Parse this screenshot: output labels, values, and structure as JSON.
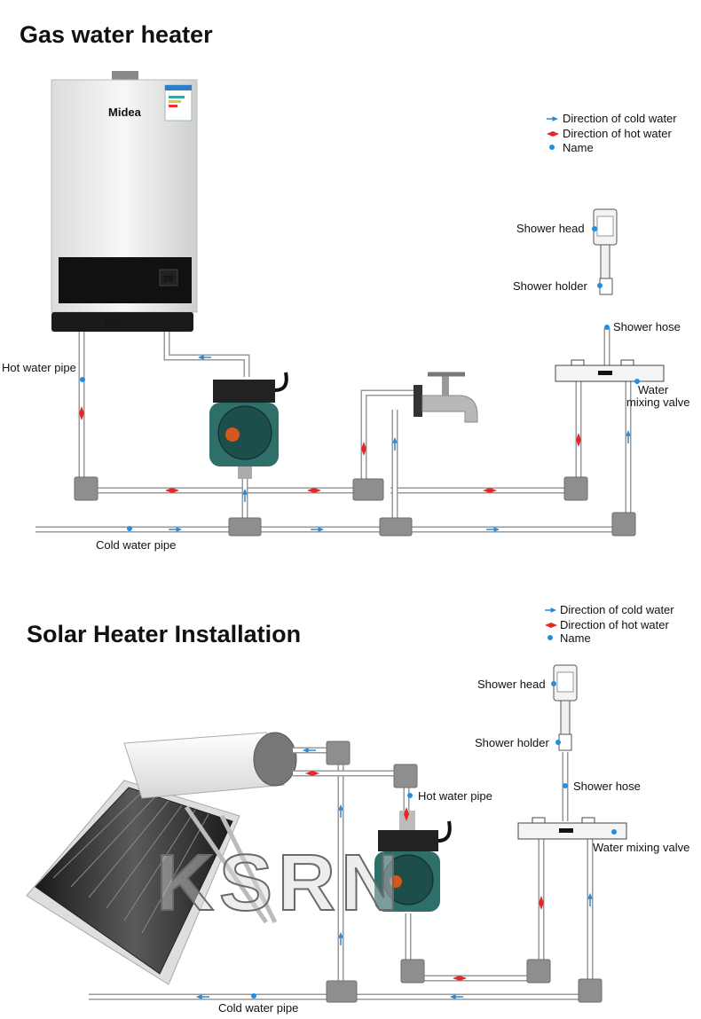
{
  "gas_section": {
    "title": "Gas water heater",
    "heater_brand": "Midea",
    "heater_badge": "ECO",
    "heater_display": "38",
    "labels": {
      "hot_water_pipe": "Hot water pipe",
      "cold_water_pipe": "Cold water pipe",
      "shower_head": "Shower head",
      "shower_holder": "Shower holder",
      "shower_hose": "Shower hose",
      "water_mixing_valve_line1": "Water",
      "water_mixing_valve_line2": "mixing valve"
    },
    "legend": {
      "cold": "Direction of cold water",
      "hot": "Direction of hot water",
      "name": "Name"
    }
  },
  "solar_section": {
    "title": "Solar Heater Installation",
    "labels": {
      "hot_water_pipe": "Hot water pipe",
      "cold_water_pipe": "Cold water pipe",
      "shower_head": "Shower head",
      "shower_holder": "Shower holder",
      "shower_hose": "Shower hose",
      "water_mixing_valve": "Water mixing valve"
    },
    "legend": {
      "cold": "Direction of cold water",
      "hot": "Direction of hot water",
      "name": "Name"
    }
  },
  "watermark": "KSRN",
  "colors": {
    "cold_arrow": "#2a8ad8",
    "hot_arrow": "#e02828",
    "name_dot": "#1f8fe0",
    "pipe": "#9a9a9a",
    "fitting": "#8e8e8e",
    "pump_body": "#2f6f6a"
  }
}
